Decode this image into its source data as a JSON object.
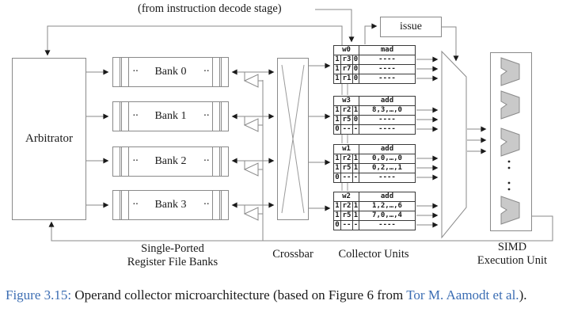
{
  "diagram": {
    "decode_label": "(from instruction decode stage)",
    "issue_label": "issue",
    "arbitrator_label": "Arbitrator",
    "banks": {
      "dots": "··",
      "items": [
        {
          "label": "Bank 0"
        },
        {
          "label": "Bank 1"
        },
        {
          "label": "Bank 2"
        },
        {
          "label": "Bank 3"
        }
      ]
    },
    "labels": {
      "rf_line1": "Single-Ported",
      "rf_line2": "Register File Banks",
      "crossbar": "Crossbar",
      "collector_units": "Collector Units",
      "simd_line1": "SIMD",
      "simd_line2": "Execution Unit"
    }
  },
  "collector_units": [
    {
      "warp": "w0",
      "op": "mad",
      "rows": [
        [
          "1",
          "r3",
          "0",
          "----"
        ],
        [
          "1",
          "r7",
          "0",
          "----"
        ],
        [
          "1",
          "r1",
          "0",
          "----"
        ]
      ]
    },
    {
      "warp": "w3",
      "op": "add",
      "rows": [
        [
          "1",
          "r2",
          "1",
          "8,3,…,0"
        ],
        [
          "1",
          "r5",
          "0",
          "----"
        ],
        [
          "0",
          "--",
          "-",
          "----"
        ]
      ]
    },
    {
      "warp": "w1",
      "op": "add",
      "rows": [
        [
          "1",
          "r2",
          "1",
          "0,0,…,0"
        ],
        [
          "1",
          "r5",
          "1",
          "0,2,…,1"
        ],
        [
          "0",
          "--",
          "-",
          "----"
        ]
      ]
    },
    {
      "warp": "w2",
      "op": "add",
      "rows": [
        [
          "1",
          "r2",
          "1",
          "1,2,…,6"
        ],
        [
          "1",
          "r5",
          "1",
          "7,0,…,4"
        ],
        [
          "0",
          "--",
          "-",
          "----"
        ]
      ]
    }
  ],
  "caption": {
    "figure_label": "Figure 3.15:",
    "body": " Operand collector microarchitecture (based on Figure 6 from ",
    "link_text": "Tor M. Aamodt et al.",
    "suffix": ").",
    "link_color": "#3b6db3"
  },
  "colors": {
    "wire": "#8a8a8a",
    "arrowhead": "#1a1a1a",
    "alu_fill": "#c9c9c9",
    "link_blue": "#3b6db3"
  }
}
